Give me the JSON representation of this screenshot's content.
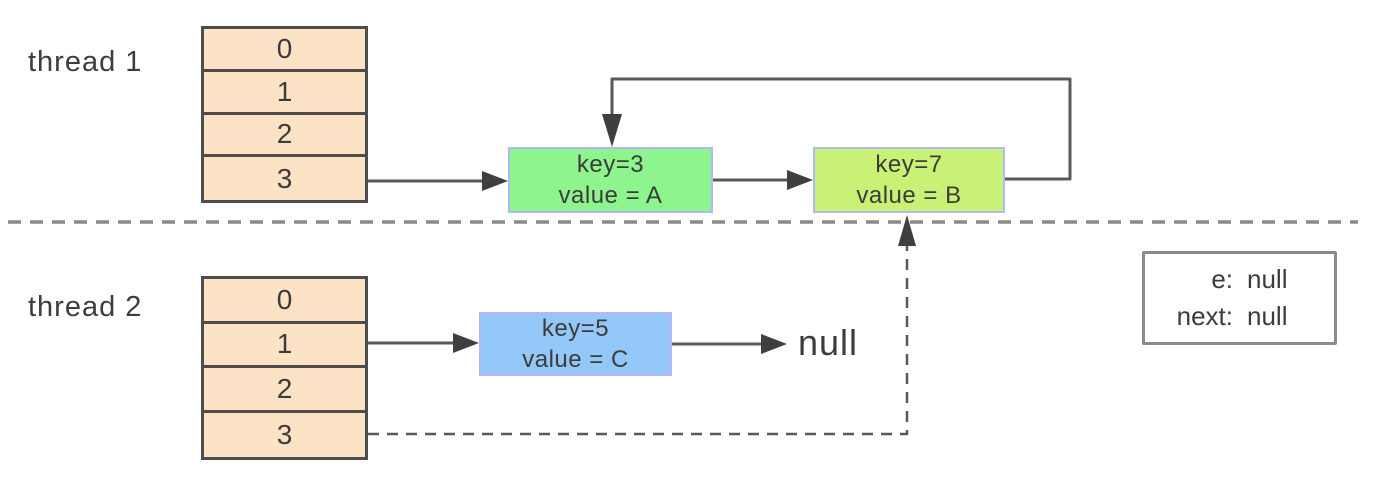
{
  "threads": [
    {
      "label": "thread 1",
      "slots": [
        "0",
        "1",
        "2",
        "3"
      ]
    },
    {
      "label": "thread 2",
      "slots": [
        "0",
        "1",
        "2",
        "3"
      ]
    }
  ],
  "nodes": {
    "key3": {
      "line1": "key=3",
      "line2": "value = A"
    },
    "key7": {
      "line1": "key=7",
      "line2": "value = B"
    },
    "key5": {
      "line1": "key=5",
      "line2": "value = C"
    }
  },
  "null_label": "null",
  "state_box": {
    "rows": [
      {
        "label": "e:",
        "value": "null"
      },
      {
        "label": "next:",
        "value": "null"
      }
    ]
  },
  "colors": {
    "array_fill": "#fce3c6",
    "array_border": "#4d4d4d",
    "node_key3_fill": "#8df48e",
    "node_key7_fill": "#c9f176",
    "node_key5_fill": "#93c7f8",
    "node_border": "#b2b8f0",
    "connector": "#595959",
    "dashed_separator": "#8c8c8c",
    "text": "#3d3d3d"
  }
}
